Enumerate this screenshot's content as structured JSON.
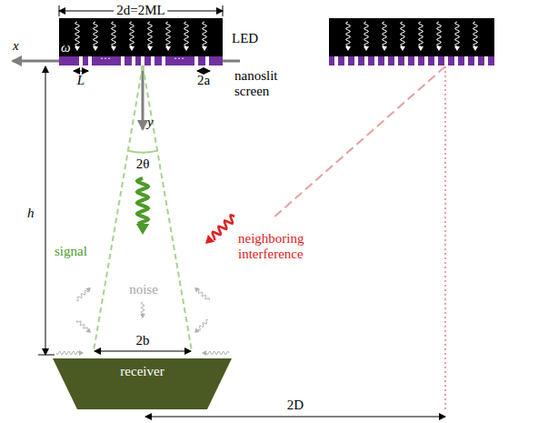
{
  "diagram": {
    "nodes": [
      {
        "text": [
          "LED"
        ]
      },
      {
        "text": [
          "receiver"
        ]
      }
    ],
    "labels": [
      "2d=2ML",
      "x",
      "ω",
      "···",
      "L",
      "2a",
      "···",
      "nanoslit screen",
      "y",
      "h",
      "2θ",
      "signal",
      "neighboring interference",
      "noise",
      "2b",
      "2D"
    ]
  }
}
